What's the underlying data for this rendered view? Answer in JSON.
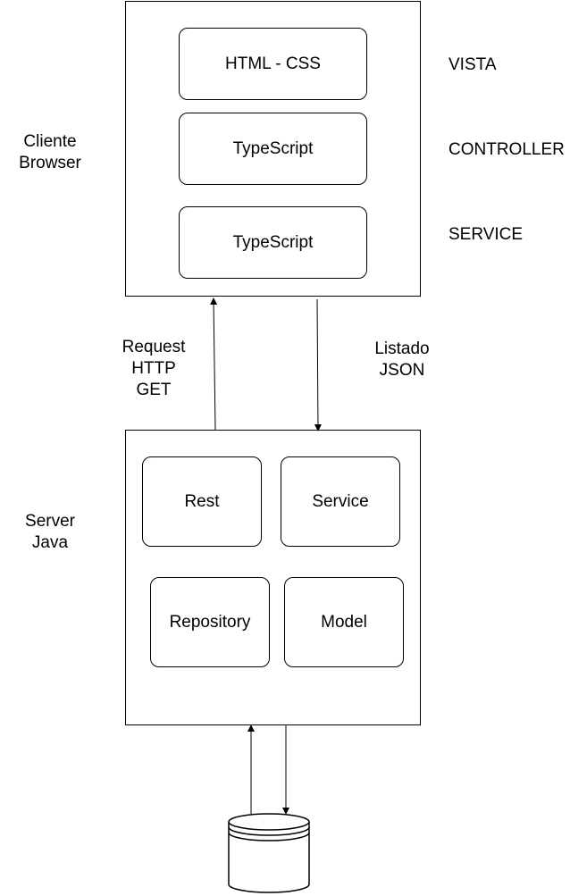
{
  "client": {
    "label_lines": [
      "Cliente",
      "Browser"
    ],
    "boxes": [
      "HTML - CSS",
      "TypeScript",
      "TypeScript"
    ],
    "layers": [
      "VISTA",
      "CONTROLLER",
      "SERVICE"
    ]
  },
  "arrows": {
    "request_lines": [
      "Request",
      "HTTP",
      "GET"
    ],
    "response_lines": [
      "Listado",
      "JSON"
    ]
  },
  "server": {
    "label_lines": [
      "Server",
      "Java"
    ],
    "boxes": [
      "Rest",
      "Service",
      "Repository",
      "Model"
    ]
  }
}
